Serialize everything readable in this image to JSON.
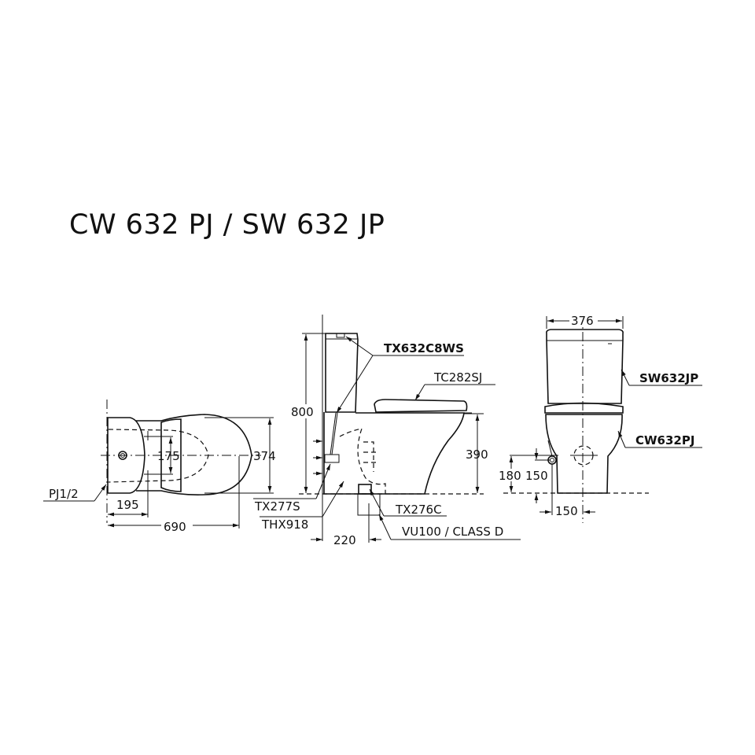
{
  "title": "CW 632 PJ / SW 632 JP",
  "top_view": {
    "dims": {
      "width_374": "374",
      "bolt_spacing_175": "175",
      "rough_in_195": "195",
      "length_690": "690"
    },
    "labels": {
      "supply": "PJ1/2"
    }
  },
  "side_view": {
    "dims": {
      "height_800": "800",
      "seat_height_390": "390",
      "outlet_220": "220"
    },
    "labels": {
      "fitting": "TX632C8WS",
      "seat": "TC282SJ",
      "angle_valve": "TX277S",
      "hose": "THX918",
      "flange": "TX276C",
      "pipe": "VU100 / CLASS D"
    }
  },
  "front_view": {
    "dims": {
      "width_376": "376",
      "supply_height_180": "180",
      "supply_150": "150",
      "offset_150": "150"
    },
    "labels": {
      "tank": "SW632JP",
      "bowl": "CW632PJ"
    }
  }
}
